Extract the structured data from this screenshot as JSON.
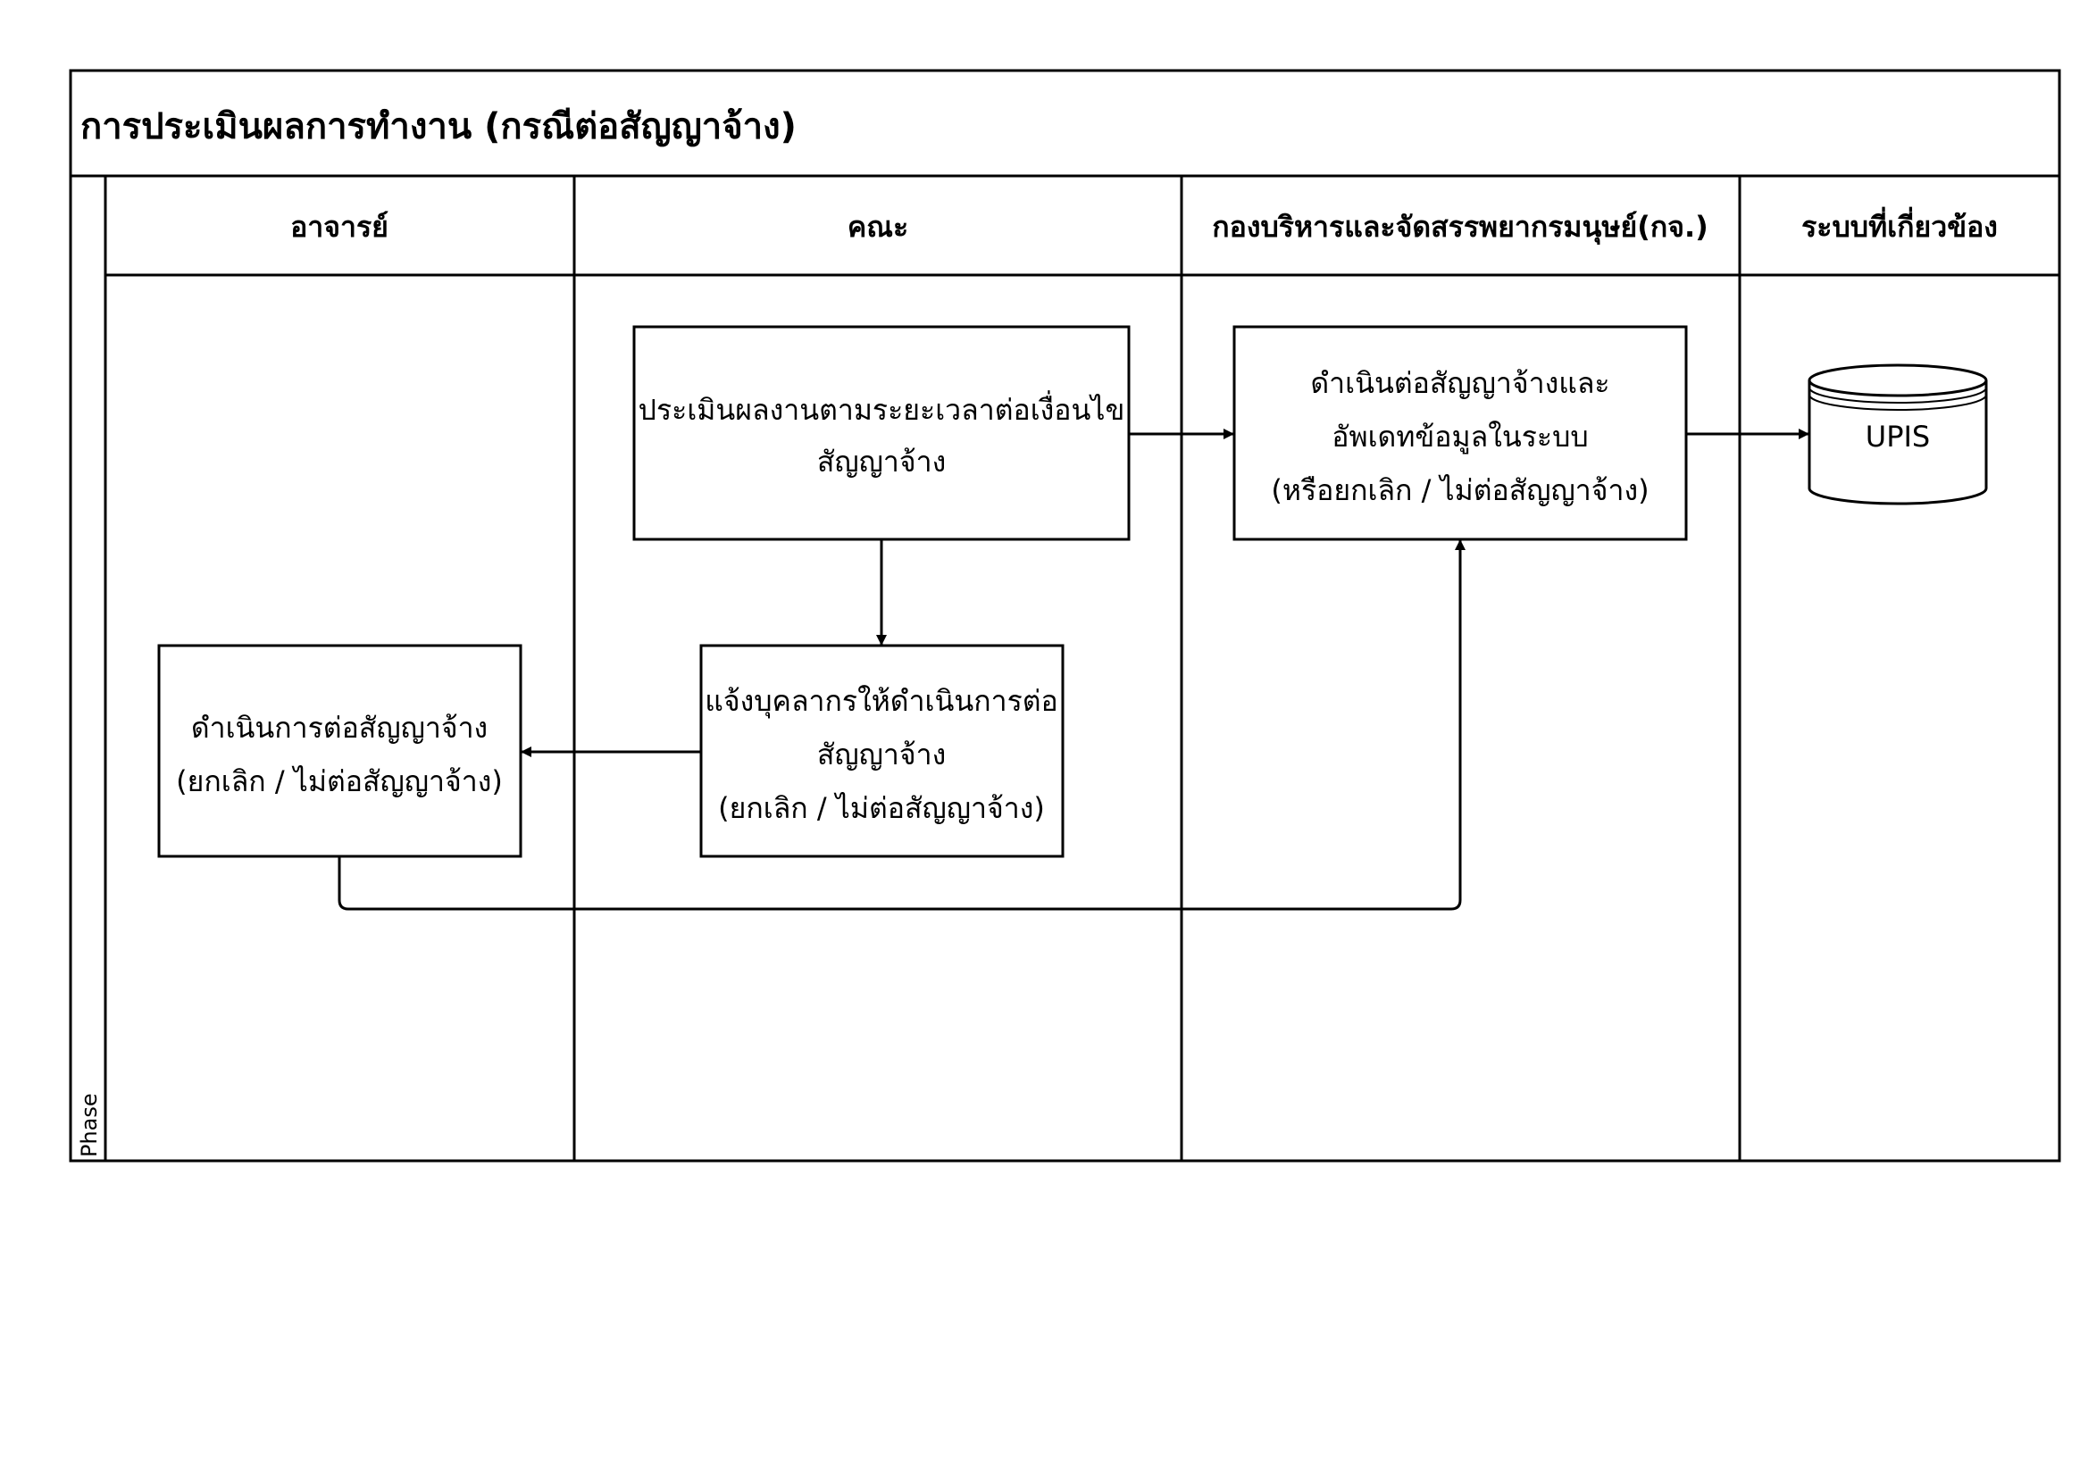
{
  "title": "การประเมินผลการทำงาน (กรณีต่อสัญญาจ้าง)",
  "phase_label": "Phase",
  "lanes": [
    {
      "label": "อาจารย์"
    },
    {
      "label": "คณะ"
    },
    {
      "label": "กองบริหารและจัดสรรพยากรมนุษย์(กจ.)"
    },
    {
      "label": "ระบบที่เกี่ยวข้อง"
    }
  ],
  "boxes": [
    {
      "lines": [
        "ประเมินผลงานตามระยะเวลาต่อเงื่อนไข",
        "สัญญาจ้าง"
      ]
    },
    {
      "lines": [
        "ดำเนินต่อสัญญาจ้างและ",
        "อัพเดทข้อมูลในระบบ",
        "(หรือยกเลิก / ไม่ต่อสัญญาจ้าง)"
      ]
    },
    {
      "lines": [
        "แจ้งบุคลากรให้ดำเนินการต่อ",
        "สัญญาจ้าง",
        "(ยกเลิก / ไม่ต่อสัญญาจ้าง)"
      ]
    },
    {
      "lines": [
        "ดำเนินการต่อสัญญาจ้าง",
        "(ยกเลิก / ไม่ต่อสัญญาจ้าง)"
      ]
    }
  ],
  "database": {
    "label": "UPIS"
  }
}
